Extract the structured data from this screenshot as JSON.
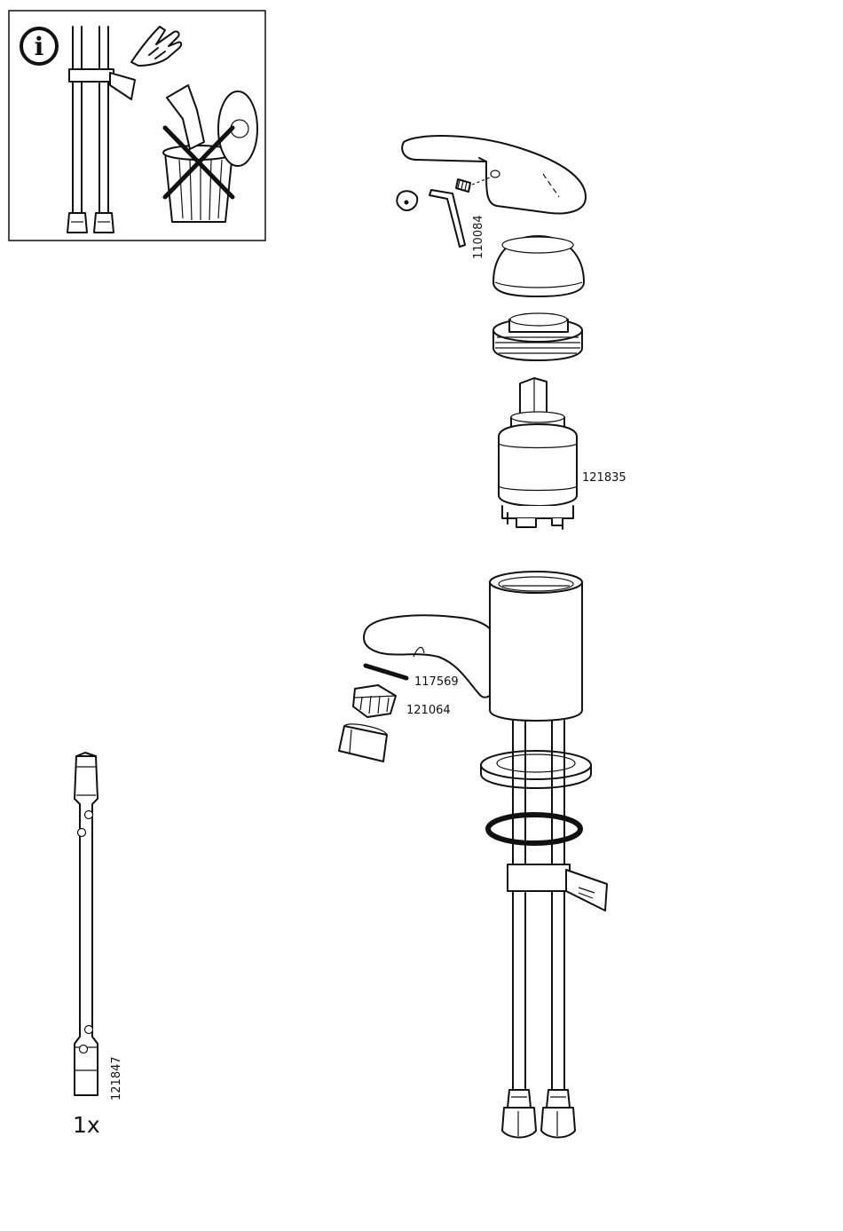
{
  "info_box": {
    "info_symbol": "i",
    "icons": [
      "info-icon",
      "hand-tap-icon",
      "trash-bin-icon",
      "cross-out-icon"
    ]
  },
  "parts": {
    "hex_key": "110084",
    "cartridge": "121835",
    "seal_ring": "117569",
    "aerator_insert": "121064",
    "tube_wrench": "121847"
  },
  "wrench_quantity": "1x"
}
